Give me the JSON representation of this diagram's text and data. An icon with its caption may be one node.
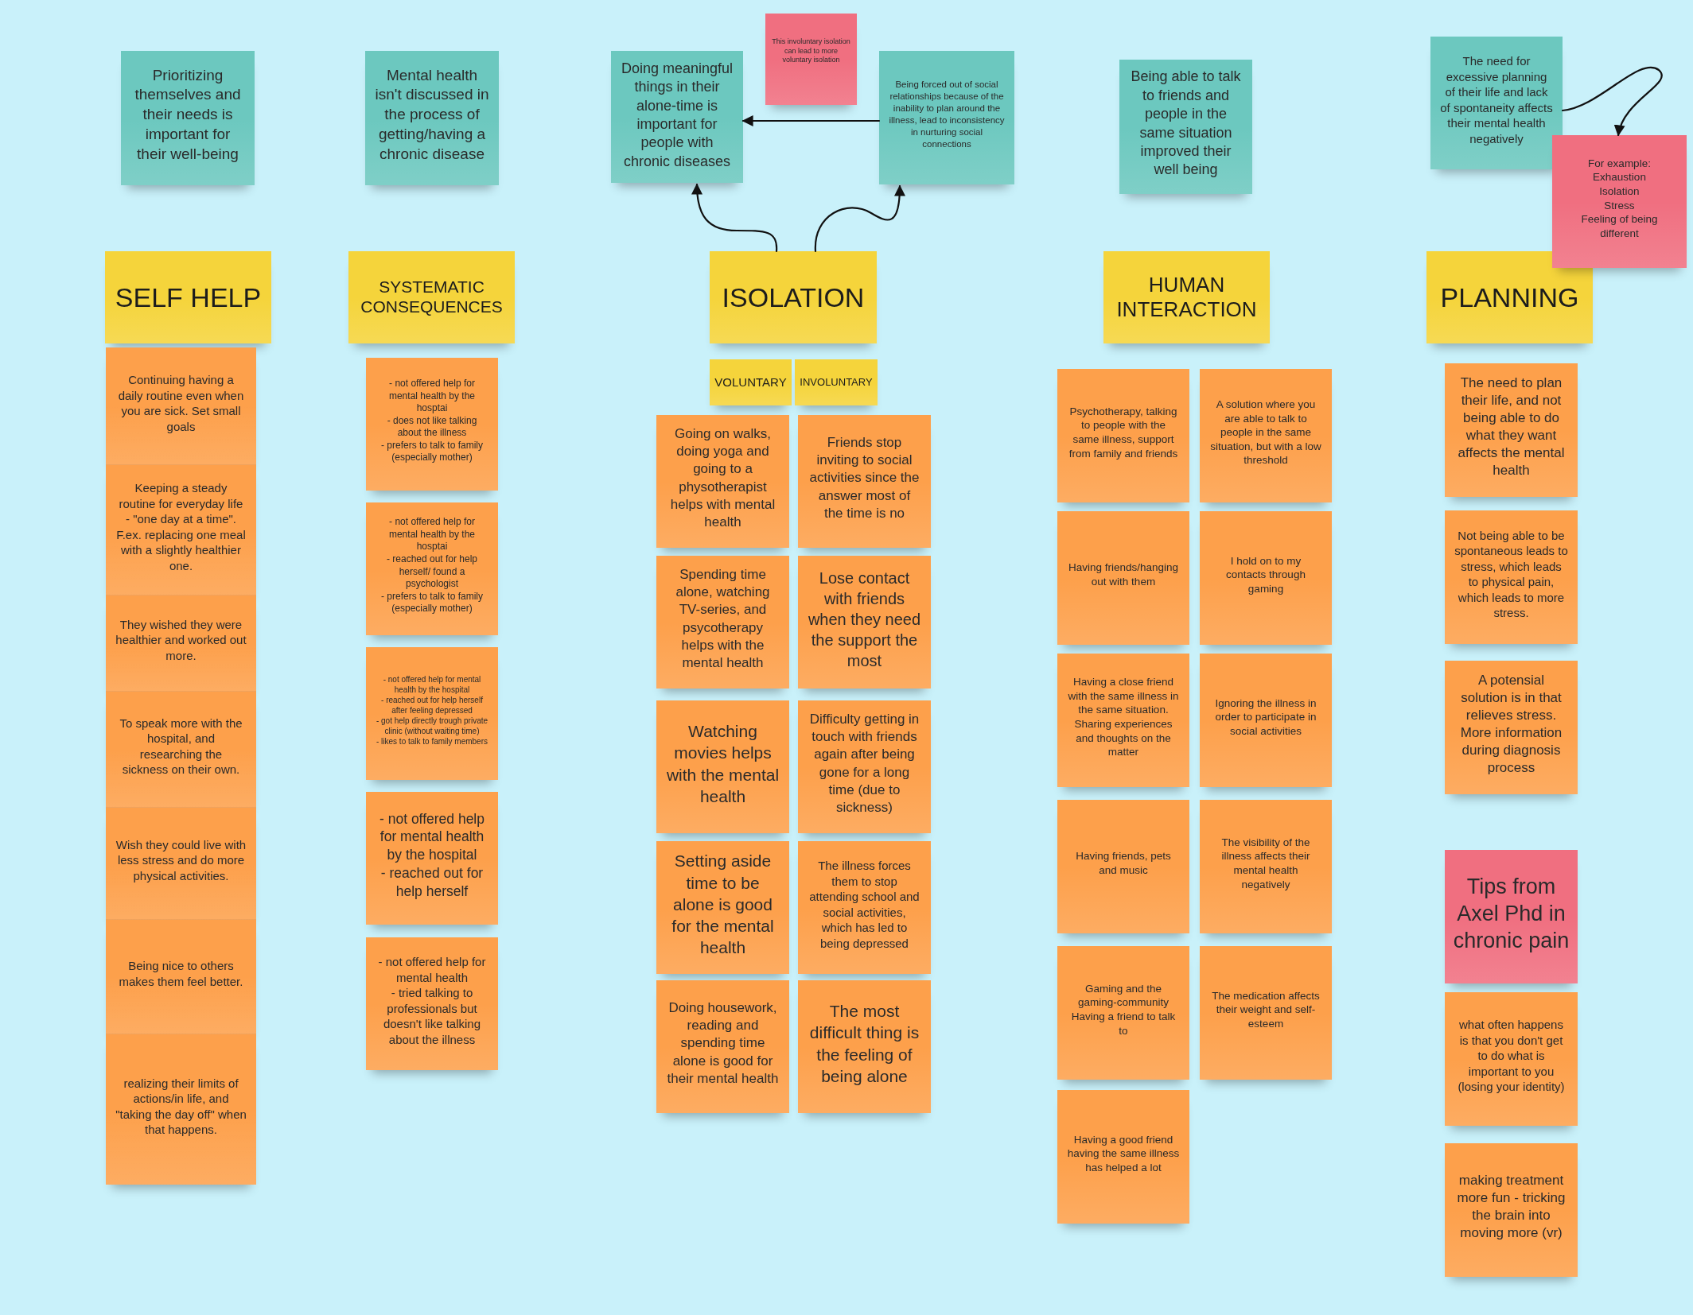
{
  "diagram": {
    "nodes": [
      {
        "text": [
          "Prioritizing themselves and their needs is important for their well-being"
        ]
      },
      {
        "text": [
          "Mental health isn't discussed in the process of getting/having a chronic disease"
        ]
      },
      {
        "text": [
          "Doing meaningful things in their alone-time is important for people with chronic diseases"
        ]
      },
      {
        "text": [
          "This involuntary isolation can lead to more voluntary isolation"
        ]
      },
      {
        "text": [
          "Being forced out of social relationships because of the inability to plan around the illness, lead to inconsistency in nurturing social connections"
        ]
      },
      {
        "text": [
          "Being able to talk to friends and people in the same situation improved their well being"
        ]
      },
      {
        "text": [
          "The need for excessive planning of their life and lack of spontaneity affects their mental health negatively"
        ]
      },
      {
        "text": [
          "For example:",
          "Exhaustion",
          "Isolation",
          "Stress",
          "Feeling of being different"
        ]
      },
      {
        "text": [
          "SELF HELP"
        ]
      },
      {
        "text": [
          "SYSTEMATIC CONSEQUENCES"
        ]
      },
      {
        "text": [
          "ISOLATION"
        ]
      },
      {
        "text": [
          "HUMAN INTERACTION"
        ]
      },
      {
        "text": [
          "PLANNING"
        ]
      },
      {
        "text": [
          "VOLUNTARY"
        ]
      },
      {
        "text": [
          "INVOLUNTARY"
        ]
      },
      {
        "text": [
          "Continuing having a daily routine even when you are sick. Set small goals"
        ]
      },
      {
        "text": [
          "Keeping a steady routine for everyday life - \"one day at a time\". F.ex. replacing one meal with a slightly healthier one."
        ]
      },
      {
        "text": [
          "They wished they were healthier and worked out more."
        ]
      },
      {
        "text": [
          "To speak more with the hospital, and researching the sickness on their own."
        ]
      },
      {
        "text": [
          "Wish they could live with less stress and do more physical activities."
        ]
      },
      {
        "text": [
          "Being nice to others makes them feel better."
        ]
      },
      {
        "text": [
          "realizing their limits of actions/in life, and \"taking the day off\" when that happens."
        ]
      },
      {
        "text": [
          "- not offered help for mental health by the hosptai",
          "- does not like talking about the illness",
          "- prefers to talk to family (especially mother)"
        ]
      },
      {
        "text": [
          "- not offered help for mental health by the hosptai",
          "- reached out for help herself/ found a psychologist",
          "- prefers to talk to family (especially mother)"
        ]
      },
      {
        "text": [
          "- not offered help for mental health by the hospital",
          "- reached out for help herself after feeling depressed",
          "- got help directly trough private clinic (without waiting time)",
          "- likes to talk to family members"
        ]
      },
      {
        "text": [
          "- not offered help for mental health by the hospital",
          "- reached out for help herself"
        ]
      },
      {
        "text": [
          "- not offered help for mental health",
          "- tried talking to professionals but doesn't like talking about the illness"
        ]
      },
      {
        "text": [
          "Going on walks, doing yoga and going to a physotherapist helps with mental health"
        ]
      },
      {
        "text": [
          "Friends stop inviting to social activities since the answer most of the time is no"
        ]
      },
      {
        "text": [
          "Spending time alone, watching TV-series, and psycotherapy helps with the mental health"
        ]
      },
      {
        "text": [
          "Lose contact with friends when they need the support the most"
        ]
      },
      {
        "text": [
          "Watching movies helps with the mental health"
        ]
      },
      {
        "text": [
          "Difficulty getting in touch with friends again after being gone for a long time (due to sickness)"
        ]
      },
      {
        "text": [
          "Setting aside time to be alone is good for the mental health"
        ]
      },
      {
        "text": [
          "The illness forces them to stop attending school and social activities, which has led to being depressed"
        ]
      },
      {
        "text": [
          "Doing housework, reading and spending time alone is good for their mental health"
        ]
      },
      {
        "text": [
          "The most difficult thing is the feeling of being alone"
        ]
      },
      {
        "text": [
          "Psychotherapy, talking to people with the same illness, support from family and friends"
        ]
      },
      {
        "text": [
          "A solution where you are able to talk to people in the same situation, but with a low threshold"
        ]
      },
      {
        "text": [
          "Having friends/hanging out with them"
        ]
      },
      {
        "text": [
          "I hold on to my contacts through gaming"
        ]
      },
      {
        "text": [
          "Having a close friend with the same illness in the same situation. Sharing experiences and thoughts on the matter"
        ]
      },
      {
        "text": [
          "Ignoring the illness in order to participate in social activities"
        ]
      },
      {
        "text": [
          "Having friends, pets and music"
        ]
      },
      {
        "text": [
          "The visibility of the illness affects their mental health negatively"
        ]
      },
      {
        "text": [
          "Gaming and the gaming-community",
          "Having a friend to talk to"
        ]
      },
      {
        "text": [
          "The medication affects their weight and self-esteem"
        ]
      },
      {
        "text": [
          "Having a good friend having the same illness has helped a lot"
        ]
      },
      {
        "text": [
          "The need to plan their life, and not being able to do what they want affects the mental health"
        ]
      },
      {
        "text": [
          "Not being able to be spontaneous leads to stress, which leads to physical pain, which leads to more stress."
        ]
      },
      {
        "text": [
          "A potensial solution is in that relieves stress. More information during diagnosis process"
        ]
      },
      {
        "text": [
          "Tips from Axel Phd in chronic pain"
        ]
      },
      {
        "text": [
          "what often happens is that you don't get to do what is important to you (losing your identity)"
        ]
      },
      {
        "text": [
          "making treatment more fun - tricking the brain into moving more (vr)"
        ]
      }
    ],
    "edges": [
      {
        "from": 4,
        "to": 2,
        "arrow": "to"
      },
      {
        "from": 10,
        "to": 2,
        "arrow": "to"
      },
      {
        "from": 10,
        "to": 4,
        "arrow": "to"
      },
      {
        "from": 6,
        "to": 7,
        "arrow": "to"
      }
    ]
  }
}
